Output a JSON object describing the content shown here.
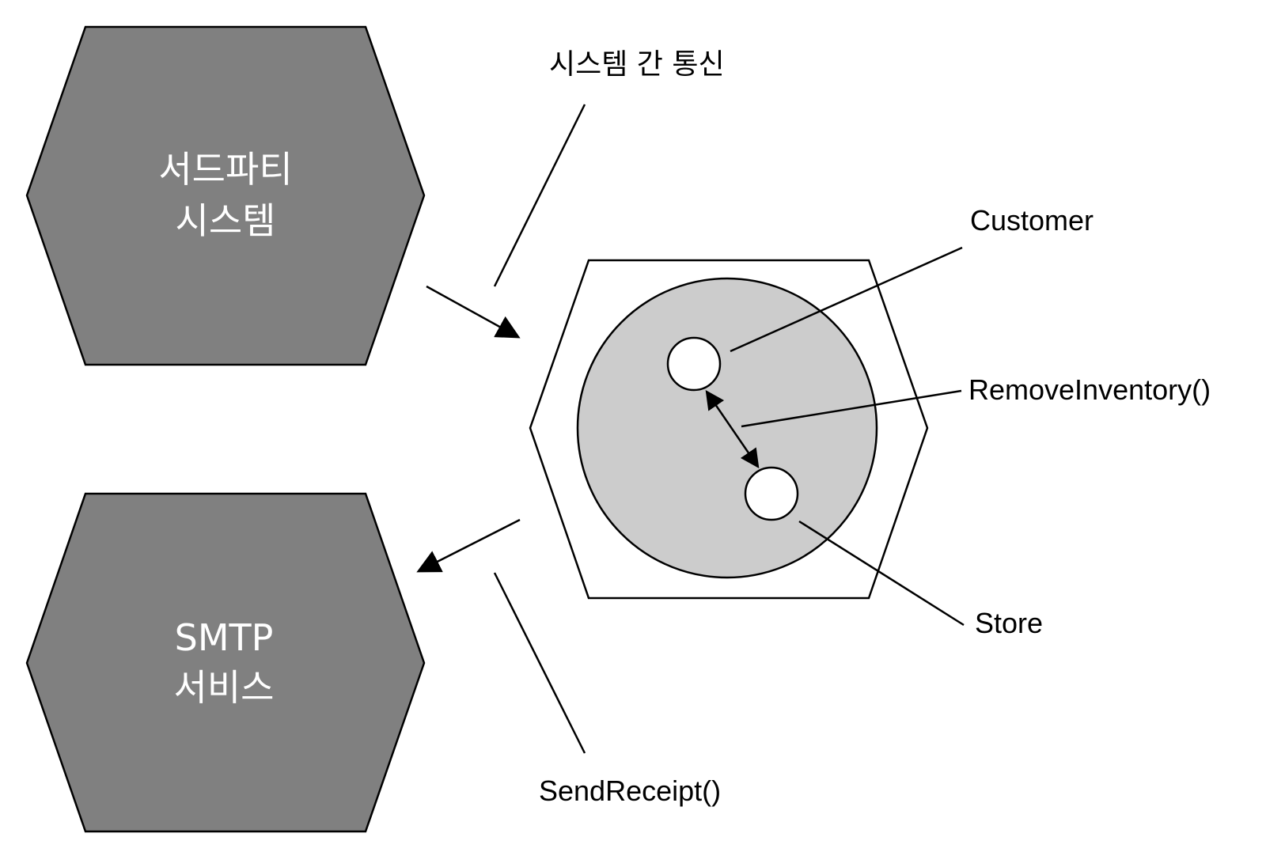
{
  "colors": {
    "external_hex_fill": "#808080",
    "domain_circle_fill": "#cccccc",
    "stroke": "#000000",
    "background": "#ffffff"
  },
  "external_systems": {
    "third_party": {
      "line1": "서드파티",
      "line2": "시스템"
    },
    "smtp": {
      "line1": "SMTP",
      "line2": "서비스"
    }
  },
  "callouts": {
    "inter_system": "시스템 간 통신",
    "customer": "Customer",
    "remove_inventory": "RemoveInventory()",
    "store": "Store",
    "send_receipt": "SendReceipt()"
  }
}
